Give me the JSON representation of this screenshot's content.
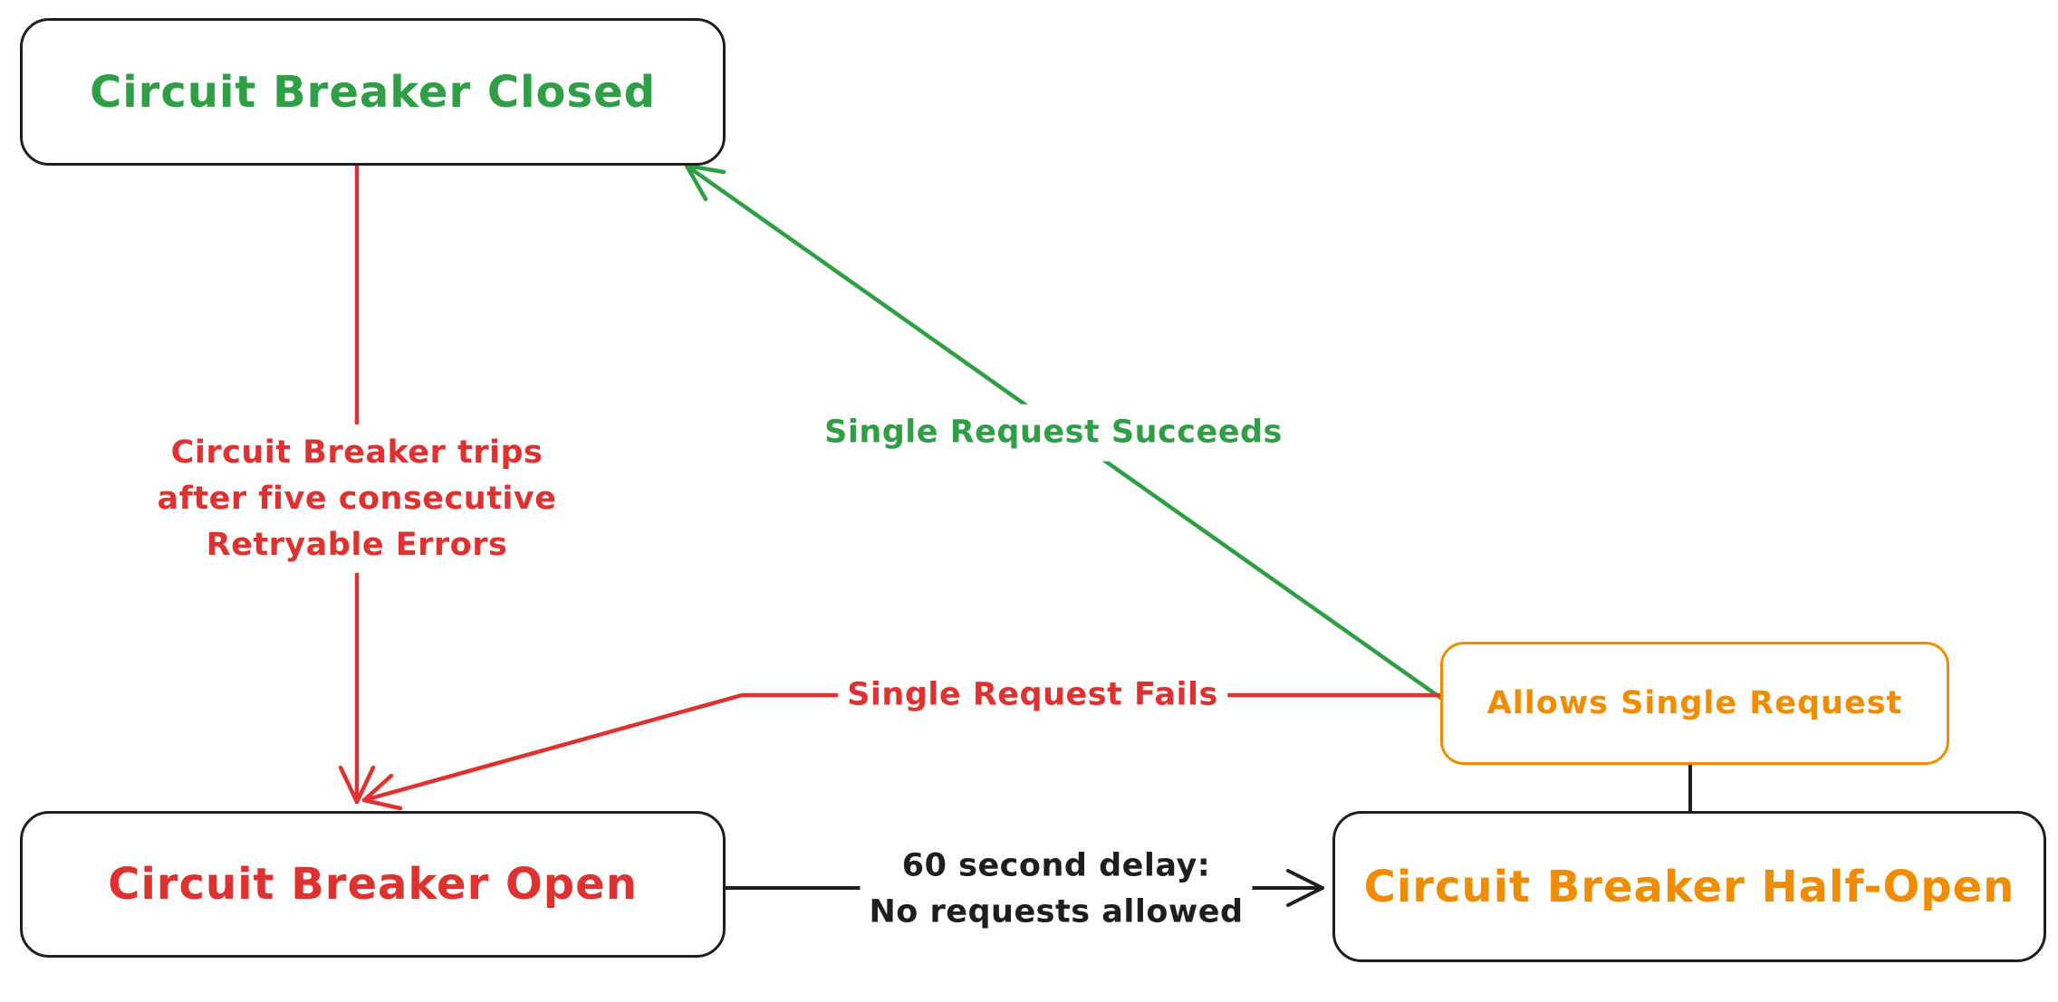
{
  "diagram": {
    "background_color": "#ffffff",
    "nodes": {
      "closed": {
        "label": "Circuit Breaker Closed",
        "text_color": "#2f9e44",
        "border_color": "#1e1e1e"
      },
      "open": {
        "label": "Circuit Breaker Open",
        "text_color": "#e03131",
        "border_color": "#1e1e1e"
      },
      "half_open": {
        "label": "Circuit Breaker Half-Open",
        "text_color": "#f08c00",
        "border_color": "#1e1e1e"
      },
      "allows_single": {
        "label": "Allows Single Request",
        "text_color": "#f08c00",
        "border_color": "#f08c00"
      }
    },
    "edges": {
      "trip": {
        "from": "closed",
        "to": "open",
        "color": "#e03131",
        "label_lines": [
          "Circuit Breaker trips",
          "after five consecutive",
          "Retryable Errors"
        ]
      },
      "succeeds": {
        "from": "allows_single",
        "to": "closed",
        "color": "#2f9e44",
        "label": "Single Request Succeeds"
      },
      "fails": {
        "from": "allows_single",
        "to": "open",
        "color": "#e03131",
        "label": "Single Request Fails"
      },
      "delay": {
        "from": "open",
        "to": "half_open",
        "color": "#1e1e1e",
        "label_lines": [
          "60 second delay:",
          "No requests allowed"
        ]
      },
      "connector": {
        "from": "allows_single",
        "to": "half_open",
        "color": "#1e1e1e",
        "label": ""
      }
    }
  }
}
